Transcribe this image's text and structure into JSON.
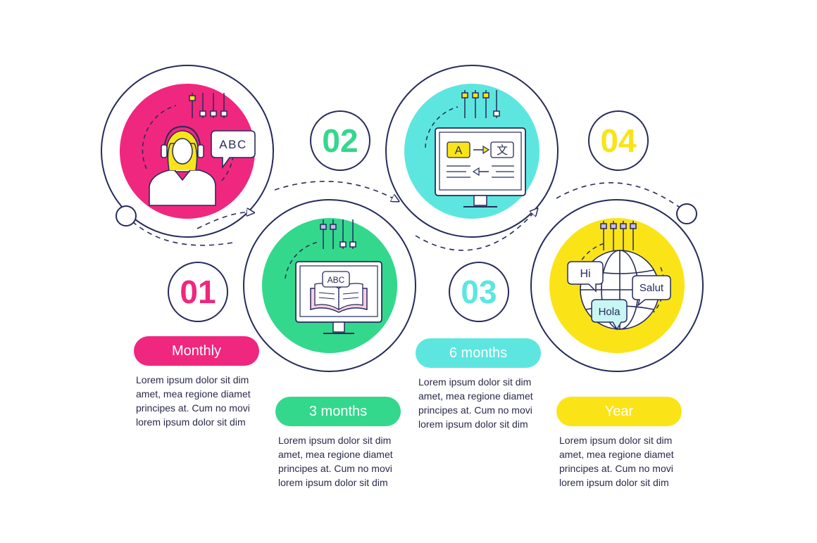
{
  "colors": {
    "pink": "#f0277e",
    "green": "#33d88c",
    "cyan": "#5de6e0",
    "yellow": "#fae418",
    "outline": "#262b5c",
    "pale_pink": "#fbcfe3",
    "pale_cyan": "#c7f6f3"
  },
  "steps": [
    {
      "number": "01",
      "label": "Monthly",
      "description": "Lorem ipsum dolor sit dim\namet, mea regione diamet\nprincipes at. Cum no movi\nlorem ipsum dolor sit dim",
      "icon": "headset-translator-icon",
      "bubble_text": "ABC"
    },
    {
      "number": "02",
      "label": "3 months",
      "description": "Lorem ipsum dolor sit dim\namet, mea regione diamet\nprincipes at. Cum no movi\nlorem ipsum dolor sit dim",
      "icon": "monitor-book-icon",
      "bubble_text": "ABC"
    },
    {
      "number": "03",
      "label": "6 months",
      "description": "Lorem ipsum dolor sit dim\namet, mea regione diamet\nprincipes at. Cum no movi\nlorem ipsum dolor sit dim",
      "icon": "monitor-translation-icon",
      "source_glyph": "A",
      "target_glyph": "文"
    },
    {
      "number": "04",
      "label": "Year",
      "description": "Lorem ipsum dolor sit dim\namet, mea regione diamet\nprincipes at. Cum no movi\nlorem ipsum dolor sit dim",
      "icon": "globe-greetings-icon",
      "greetings": [
        "Hi",
        "Salut",
        "Hola"
      ]
    }
  ]
}
